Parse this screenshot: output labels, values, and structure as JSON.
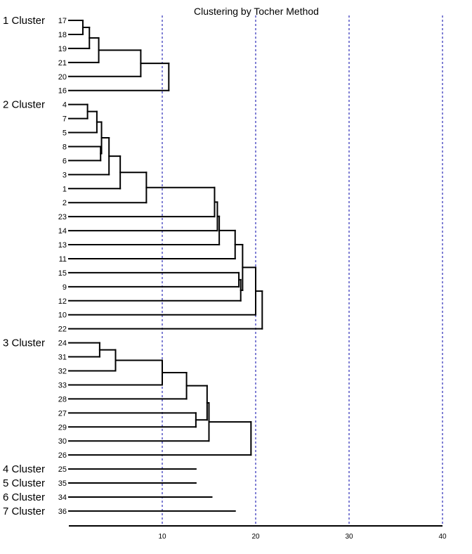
{
  "chart_data": {
    "type": "dendrogram",
    "title": "Clustering by Tocher Method",
    "xlabel": "",
    "ylabel": "",
    "xlim": [
      0,
      40
    ],
    "x_ticks": [
      10,
      20,
      30,
      40
    ],
    "tick_labels": [
      "10",
      "20",
      "30",
      "40"
    ],
    "grid": {
      "vertical_dashed": true,
      "color": "#0000aa"
    },
    "leaves": [
      "17",
      "18",
      "19",
      "21",
      "20",
      "16",
      "4",
      "7",
      "5",
      "8",
      "6",
      "3",
      "1",
      "2",
      "23",
      "14",
      "13",
      "11",
      "15",
      "9",
      "12",
      "10",
      "22",
      "24",
      "31",
      "32",
      "33",
      "28",
      "27",
      "29",
      "30",
      "26",
      "25",
      "35",
      "34",
      "36"
    ],
    "clusters": [
      {
        "label": "1 Cluster",
        "first_leaf": 0
      },
      {
        "label": "2 Cluster",
        "first_leaf": 6
      },
      {
        "label": "3 Cluster",
        "first_leaf": 23
      },
      {
        "label": "4 Cluster",
        "first_leaf": 32
      },
      {
        "label": "5 Cluster",
        "first_leaf": 33
      },
      {
        "label": "6 Cluster",
        "first_leaf": 34
      },
      {
        "label": "7 Cluster",
        "first_leaf": 35
      }
    ],
    "merges": [
      {
        "left": "L0",
        "right": "L1",
        "distance": 1.5
      },
      {
        "left": "M0",
        "right": "L2",
        "distance": 2.2
      },
      {
        "left": "M1",
        "right": "L3",
        "distance": 3.2
      },
      {
        "left": "M2",
        "right": "L4",
        "distance": 7.7
      },
      {
        "left": "M3",
        "right": "L5",
        "distance": 10.7
      },
      {
        "left": "L6",
        "right": "L7",
        "distance": 2.0
      },
      {
        "left": "M5",
        "right": "L8",
        "distance": 3.0
      },
      {
        "left": "L9",
        "right": "L10",
        "distance": 3.4
      },
      {
        "left": "M6",
        "right": "M7",
        "distance": 3.5
      },
      {
        "left": "M8",
        "right": "L11",
        "distance": 4.3
      },
      {
        "left": "M9",
        "right": "L12",
        "distance": 5.5
      },
      {
        "left": "M10",
        "right": "L13",
        "distance": 8.3
      },
      {
        "left": "M11",
        "right": "L14",
        "distance": 15.6
      },
      {
        "left": "M12",
        "right": "L15",
        "distance": 15.9
      },
      {
        "left": "M13",
        "right": "L16",
        "distance": 16.1
      },
      {
        "left": "M14",
        "right": "L17",
        "distance": 17.8
      },
      {
        "left": "L18",
        "right": "L19",
        "distance": 18.2
      },
      {
        "left": "M16",
        "right": "L20",
        "distance": 18.4
      },
      {
        "left": "M15",
        "right": "M17",
        "distance": 18.6
      },
      {
        "left": "M18",
        "right": "L21",
        "distance": 20.0
      },
      {
        "left": "M19",
        "right": "L22",
        "distance": 20.7
      },
      {
        "left": "L23",
        "right": "L24",
        "distance": 3.3
      },
      {
        "left": "M21",
        "right": "L25",
        "distance": 5.0
      },
      {
        "left": "M22",
        "right": "L26",
        "distance": 10.0
      },
      {
        "left": "M23",
        "right": "L27",
        "distance": 12.6
      },
      {
        "left": "L28",
        "right": "L29",
        "distance": 13.6
      },
      {
        "left": "M24",
        "right": "M25",
        "distance": 14.8
      },
      {
        "left": "M26",
        "right": "L30",
        "distance": 15.0
      },
      {
        "left": "M27",
        "right": "L31",
        "distance": 19.5
      }
    ],
    "singletons": [
      {
        "leaf": "L32",
        "distance": 13.6
      },
      {
        "leaf": "L33",
        "distance": 13.6
      },
      {
        "leaf": "L34",
        "distance": 15.3
      },
      {
        "leaf": "L35",
        "distance": 17.8
      }
    ]
  }
}
